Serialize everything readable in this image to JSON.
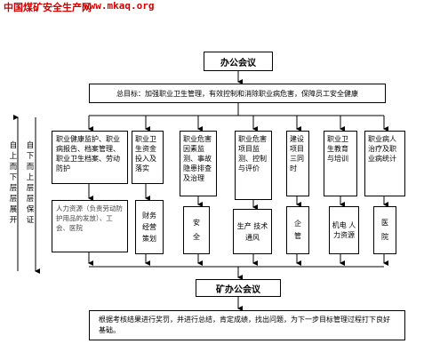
{
  "header": {
    "site_name": "中国煤矿安全生产网",
    "site_url": "www.mkaq.org"
  },
  "top_meeting": "办公会议",
  "goal": "总目标：加强职业卫生管理，有效控制和消除职业病危害，保障员工安全健康",
  "left_labels": {
    "col_a": "自上而下层层展开",
    "col_b": "自下而上层层保证"
  },
  "tasks": [
    "职业健康监护、职业病报告、档案管理、职业卫生档案、劳动防护",
    "职业卫生资金投入及落实",
    "职业危害因素监测、事故隐患排查及治理",
    "职业危害项目监测、控制与评价",
    "建设项目三同时",
    "职业卫生教育与培训",
    "职业病人治疗及职业病统计"
  ],
  "departments": [
    "人力资源（负责劳动防护用品的发放）、工会、医院",
    "财务 经营 策划",
    "安全",
    "生产 技术 通风",
    "企管",
    "机电 人力资源",
    "医院"
  ],
  "bottom_meeting": "矿办公会议",
  "summary": "根据考核结果进行奖罚，并进行总结，肯定成绩，找出问题，为下一步目标管理过程打下良好基础。"
}
